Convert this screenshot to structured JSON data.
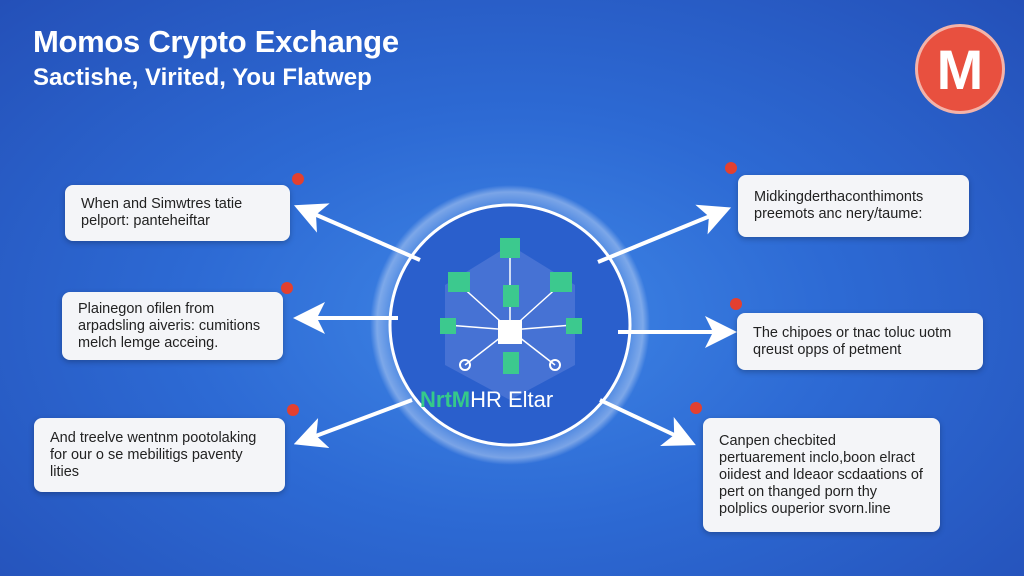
{
  "header": {
    "title": "Momos Crypto Exchange",
    "subtitle": "Sactishe, Virited, You Flatwep",
    "logo_letter": "M"
  },
  "center": {
    "label_green": "NrtM",
    "label_white": "HR Eltar"
  },
  "boxes": {
    "left": [
      {
        "text": "When and Simwtres tatie pelport: panteheiftar"
      },
      {
        "text": "Plainegon ofilen from arpadsling aiveris: cumitions melch lemge acceing."
      },
      {
        "text": "And treelve wentnm pootolaking for our o se mebilitigs paventy lities"
      }
    ],
    "right": [
      {
        "text": "Midkingderthaconthimonts preemots anc nery/taume:"
      },
      {
        "text": "The chipoes or tnac toluc uotm qreust opps of petment"
      },
      {
        "text": "Canpen checbited pertuarement inclo,boon elract oiidest and ldeaor scdaations of pert on thanged porn thy polplics ouperior svorn.line"
      }
    ]
  },
  "colors": {
    "accent": "#e8503f",
    "green": "#35c98a",
    "background": "#2d6ad4"
  }
}
